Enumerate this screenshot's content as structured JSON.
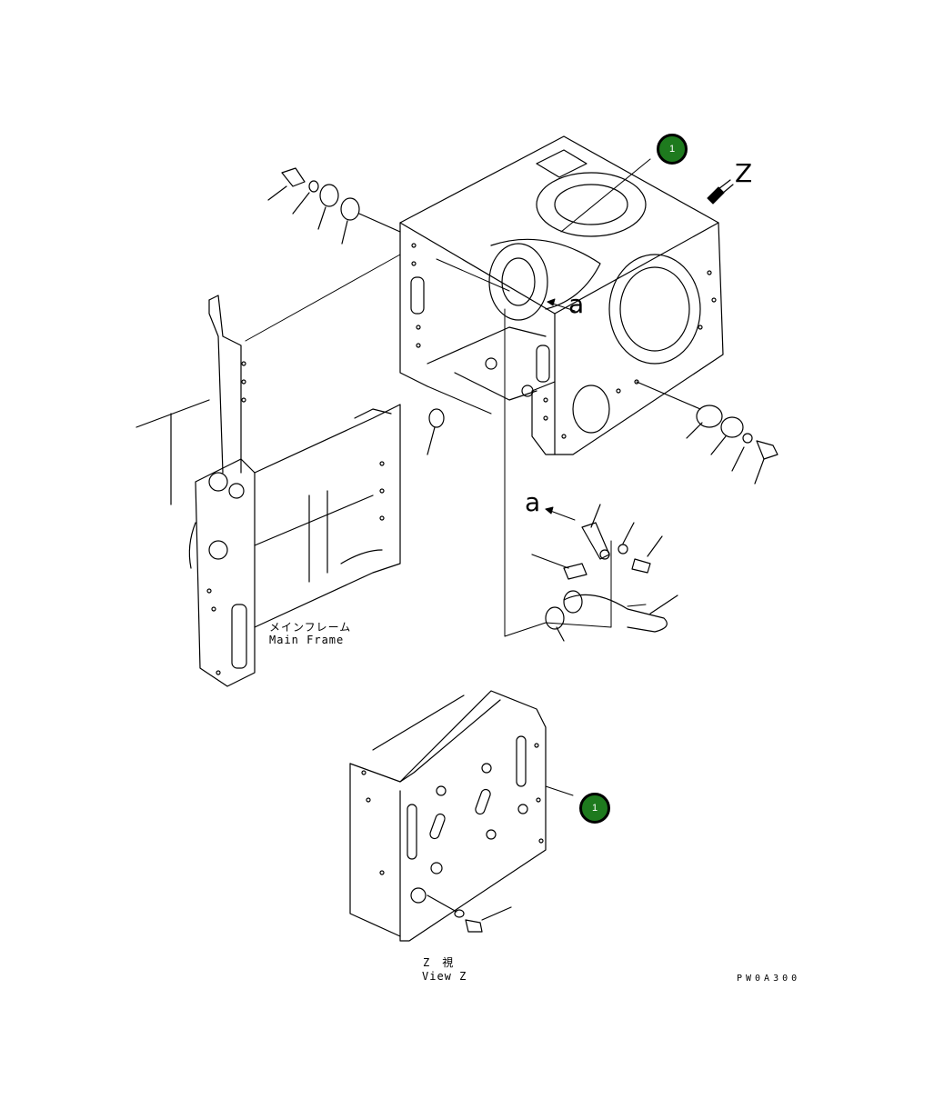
{
  "callouts": [
    {
      "label": "1"
    },
    {
      "label": "1"
    }
  ],
  "labels": {
    "view_letter": "Z",
    "ref_a_top": "a",
    "ref_a_mid": "a",
    "main_frame_jp": "メインフレーム",
    "main_frame_en": "Main Frame",
    "view_z_jp": "Z　視",
    "view_z_en": "View Z",
    "drawing_code": "PW0A300"
  },
  "colors": {
    "callout_fill": "#1e7a1e",
    "line": "#000000",
    "background": "#ffffff"
  }
}
